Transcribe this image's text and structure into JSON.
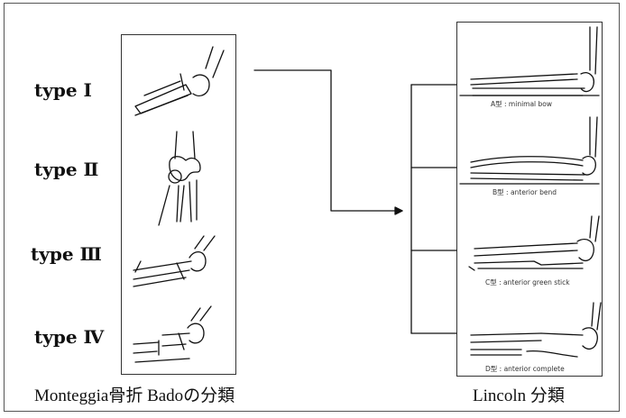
{
  "left_panel": {
    "types": [
      {
        "label": "type Ⅰ"
      },
      {
        "label": "type Ⅱ"
      },
      {
        "label": "type Ⅲ"
      },
      {
        "label": "type Ⅳ"
      }
    ],
    "caption": "Monteggia骨折 Badoの分類"
  },
  "right_panel": {
    "items": [
      {
        "caption": "A型 : minimal bow"
      },
      {
        "caption": "B型 : anterior bend"
      },
      {
        "caption": "C型 : anterior green stick"
      },
      {
        "caption": "D型 : anterior complete"
      }
    ],
    "caption": "Lincoln 分類"
  }
}
